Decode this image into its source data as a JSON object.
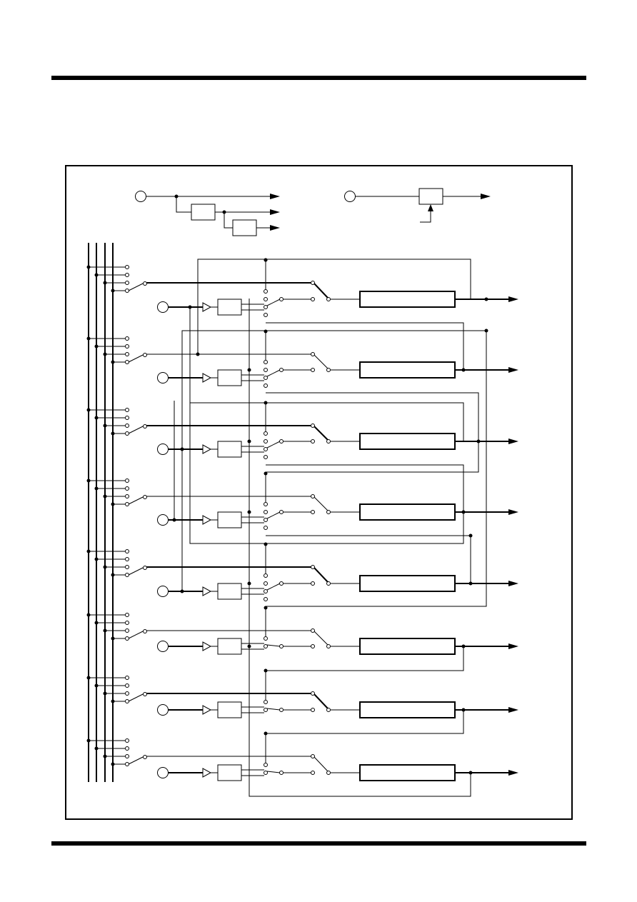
{
  "document": {
    "header_rule": "page-header-rule",
    "footer_rule": "page-footer-rule"
  },
  "diagram": {
    "description_texts": [],
    "channels": 8,
    "icons": {
      "input_pin": "open-circle",
      "junction": "filled-dot",
      "switch_contact": "small-open-circle",
      "buffer": "triangle",
      "output": "arrow-head"
    }
  }
}
